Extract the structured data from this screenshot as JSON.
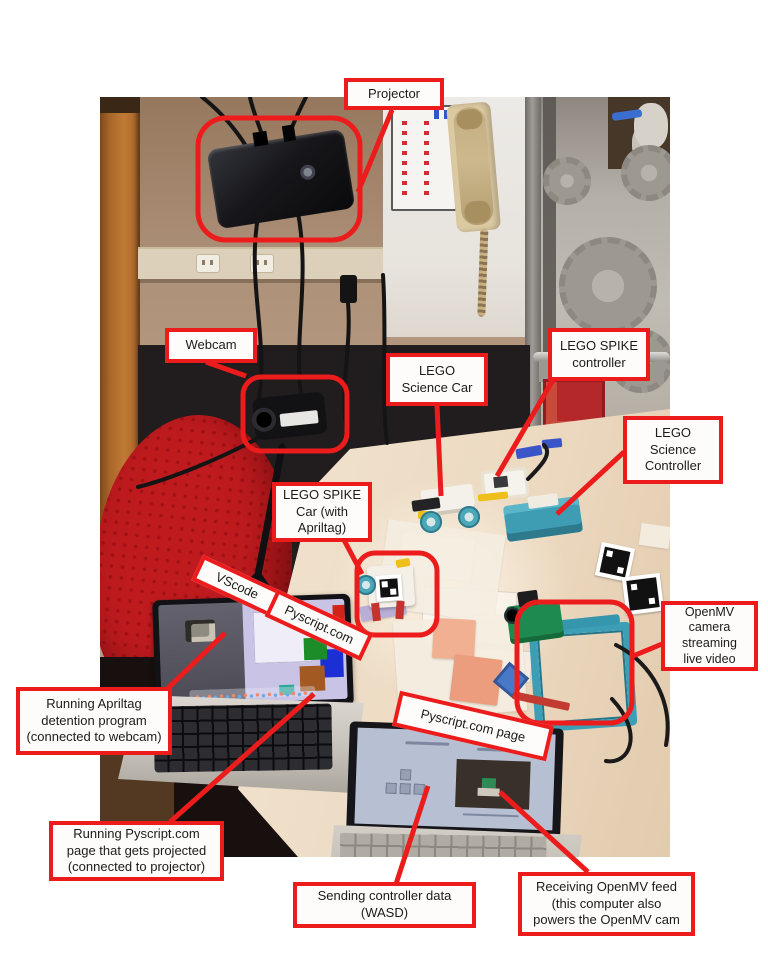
{
  "annotation": {
    "color": "#ed1c1c",
    "label_background": "#fdfcfb",
    "label_text_color": "#1b1b1b"
  },
  "labels": {
    "projector": "Projector",
    "webcam": "Webcam",
    "lego_science_car": "LEGO\nScience Car",
    "lego_spike_controller": "LEGO SPIKE\ncontroller",
    "lego_science_controller": "LEGO\nScience\nController",
    "lego_spike_car": "LEGO SPIKE\nCar (with\nApriltag)",
    "vscode": "VScode",
    "pyscript": "Pyscript.com",
    "openmv_camera": "OpenMV\ncamera\nstreaming\nlive video",
    "running_apriltag": "Running Apriltag\ndetention program\n(connected to webcam)",
    "running_pyscript": "Running Pyscript.com\npage that gets projected\n(connected to projector)",
    "pyscript_page": "Pyscript.com page",
    "sending_controller": "Sending controller data\n(WASD)",
    "receiving_openmv": "Receiving OpenMV feed\n(this computer also\npowers the OpenMV cam"
  },
  "scene_colors": {
    "chair_red": "#bf1b1f",
    "desk": "#ecd9c0",
    "openmv_green": "#1f8a50",
    "lego_teal": "#3e9db3",
    "door_wood": "#b26d2c"
  }
}
